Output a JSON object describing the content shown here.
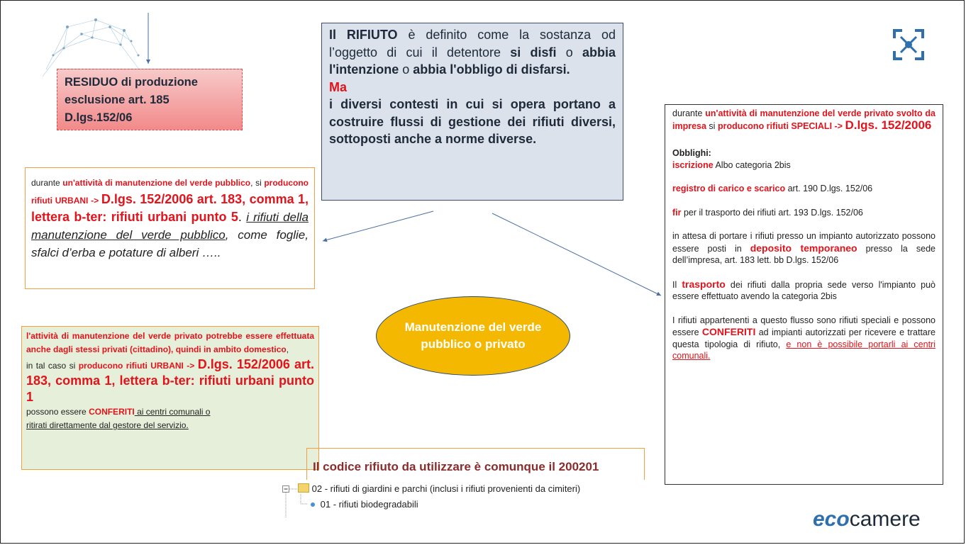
{
  "residuo": {
    "text": "RESIDUO di produzione esclusione art. 185 D.lgs.152/06"
  },
  "definition": {
    "p1": "Il RIFIUTO",
    "p2": " è definito come la sostanza od l’oggetto di cui il detentore ",
    "p3": "si disfi",
    "p4": " o ",
    "p5": "abbia l'intenzione",
    "p6": " o ",
    "p7": "abbia l'obbligo di disfarsi.",
    "ma": "Ma",
    "p8": "i diversi contesti in cui si opera portano a costruire flussi di gestione dei rifiuti diversi, sottoposti anche a norme diverse."
  },
  "pubblico": {
    "a": "durante ",
    "b": "un'attività di manutenzione del verde pubblico",
    "c": ",  si ",
    "d": "producono rifiuti URBANI -> ",
    "e": "D.lgs. 152/2006 art. 183, comma 1, lettera b-ter: rifiuti urbani punto 5",
    "f": ". ",
    "g": "i rifiuti della manutenzione del verde pubblico",
    "h": ", come foglie, sfalci d’erba e potature di alberi ….."
  },
  "privato": {
    "a": "l'attività di manutenzione del verde privato potrebbe essere effettuata anche dagli stessi privati (cittadino), quindi in ambito domestico",
    "b": ",",
    "c": "in tal caso si ",
    "d": "producono rifiuti URBANI -> ",
    "e": "D.lgs. 152/2006 art. 183, comma 1, lettera b-ter: rifiuti urbani punto 1",
    "f": "possono essere ",
    "g": "CONFERITI",
    "h": " ai centri comunali o",
    "i": "ritirati direttamente dal gestore del servizio."
  },
  "ellipse": {
    "text": "Manutenzione del verde pubblico o privato"
  },
  "speciali": {
    "a": "durante ",
    "b": "un'attività di manutenzione del verde privato svolto da impresa",
    "c": " si ",
    "d": "producono rifiuti SPECIALI -> ",
    "e": "D.lgs. 152/2006",
    "obblighi": "Obblighi:",
    "iscr1": "iscrizione",
    "iscr2": " Albo categoria 2bis",
    "reg1": "registro di carico e scarico",
    "reg2": " art. 190 D.lgs. 152/06",
    "fir1": "fir",
    "fir2": " per il trasporto dei rifiuti art. 193 D.lgs. 152/06",
    "dep1": "in attesa di portare i rifiuti presso un impianto autorizzato possono essere posti in ",
    "dep2": "deposito temporaneo",
    "dep3": " presso la sede dell’impresa, art. 183 lett. bb D.lgs. 152/06",
    "tr1": "Il ",
    "tr2": "trasporto",
    "tr3": " dei rifiuti dalla propria sede verso l'impianto può essere effettuato avendo la categoria 2bis",
    "fl1": "I rifiuti appartenenti a questo flusso sono rifiuti speciali e possono essere ",
    "fl2": "CONFERITI",
    "fl3": " ad impianti autorizzati per ricevere e trattare questa tipologia di rifiuto, ",
    "fl4": "e non è possibile portarli ai centri comunali."
  },
  "codice": {
    "text": "Il codice rifiuto da utilizzare è comunque il 200201"
  },
  "tree": {
    "row1": "02 - rifiuti di giardini e parchi (inclusi i rifiuti provenienti da cimiteri)",
    "row2": "01 - rifiuti biodegradabili"
  },
  "logo": {
    "eco": "eco",
    "camere": "camere"
  },
  "colors": {
    "red": "#e3131b",
    "ellipse": "#f5b800",
    "definition_bg": "#dbe2ec",
    "privato_bg": "#e5efd9"
  }
}
